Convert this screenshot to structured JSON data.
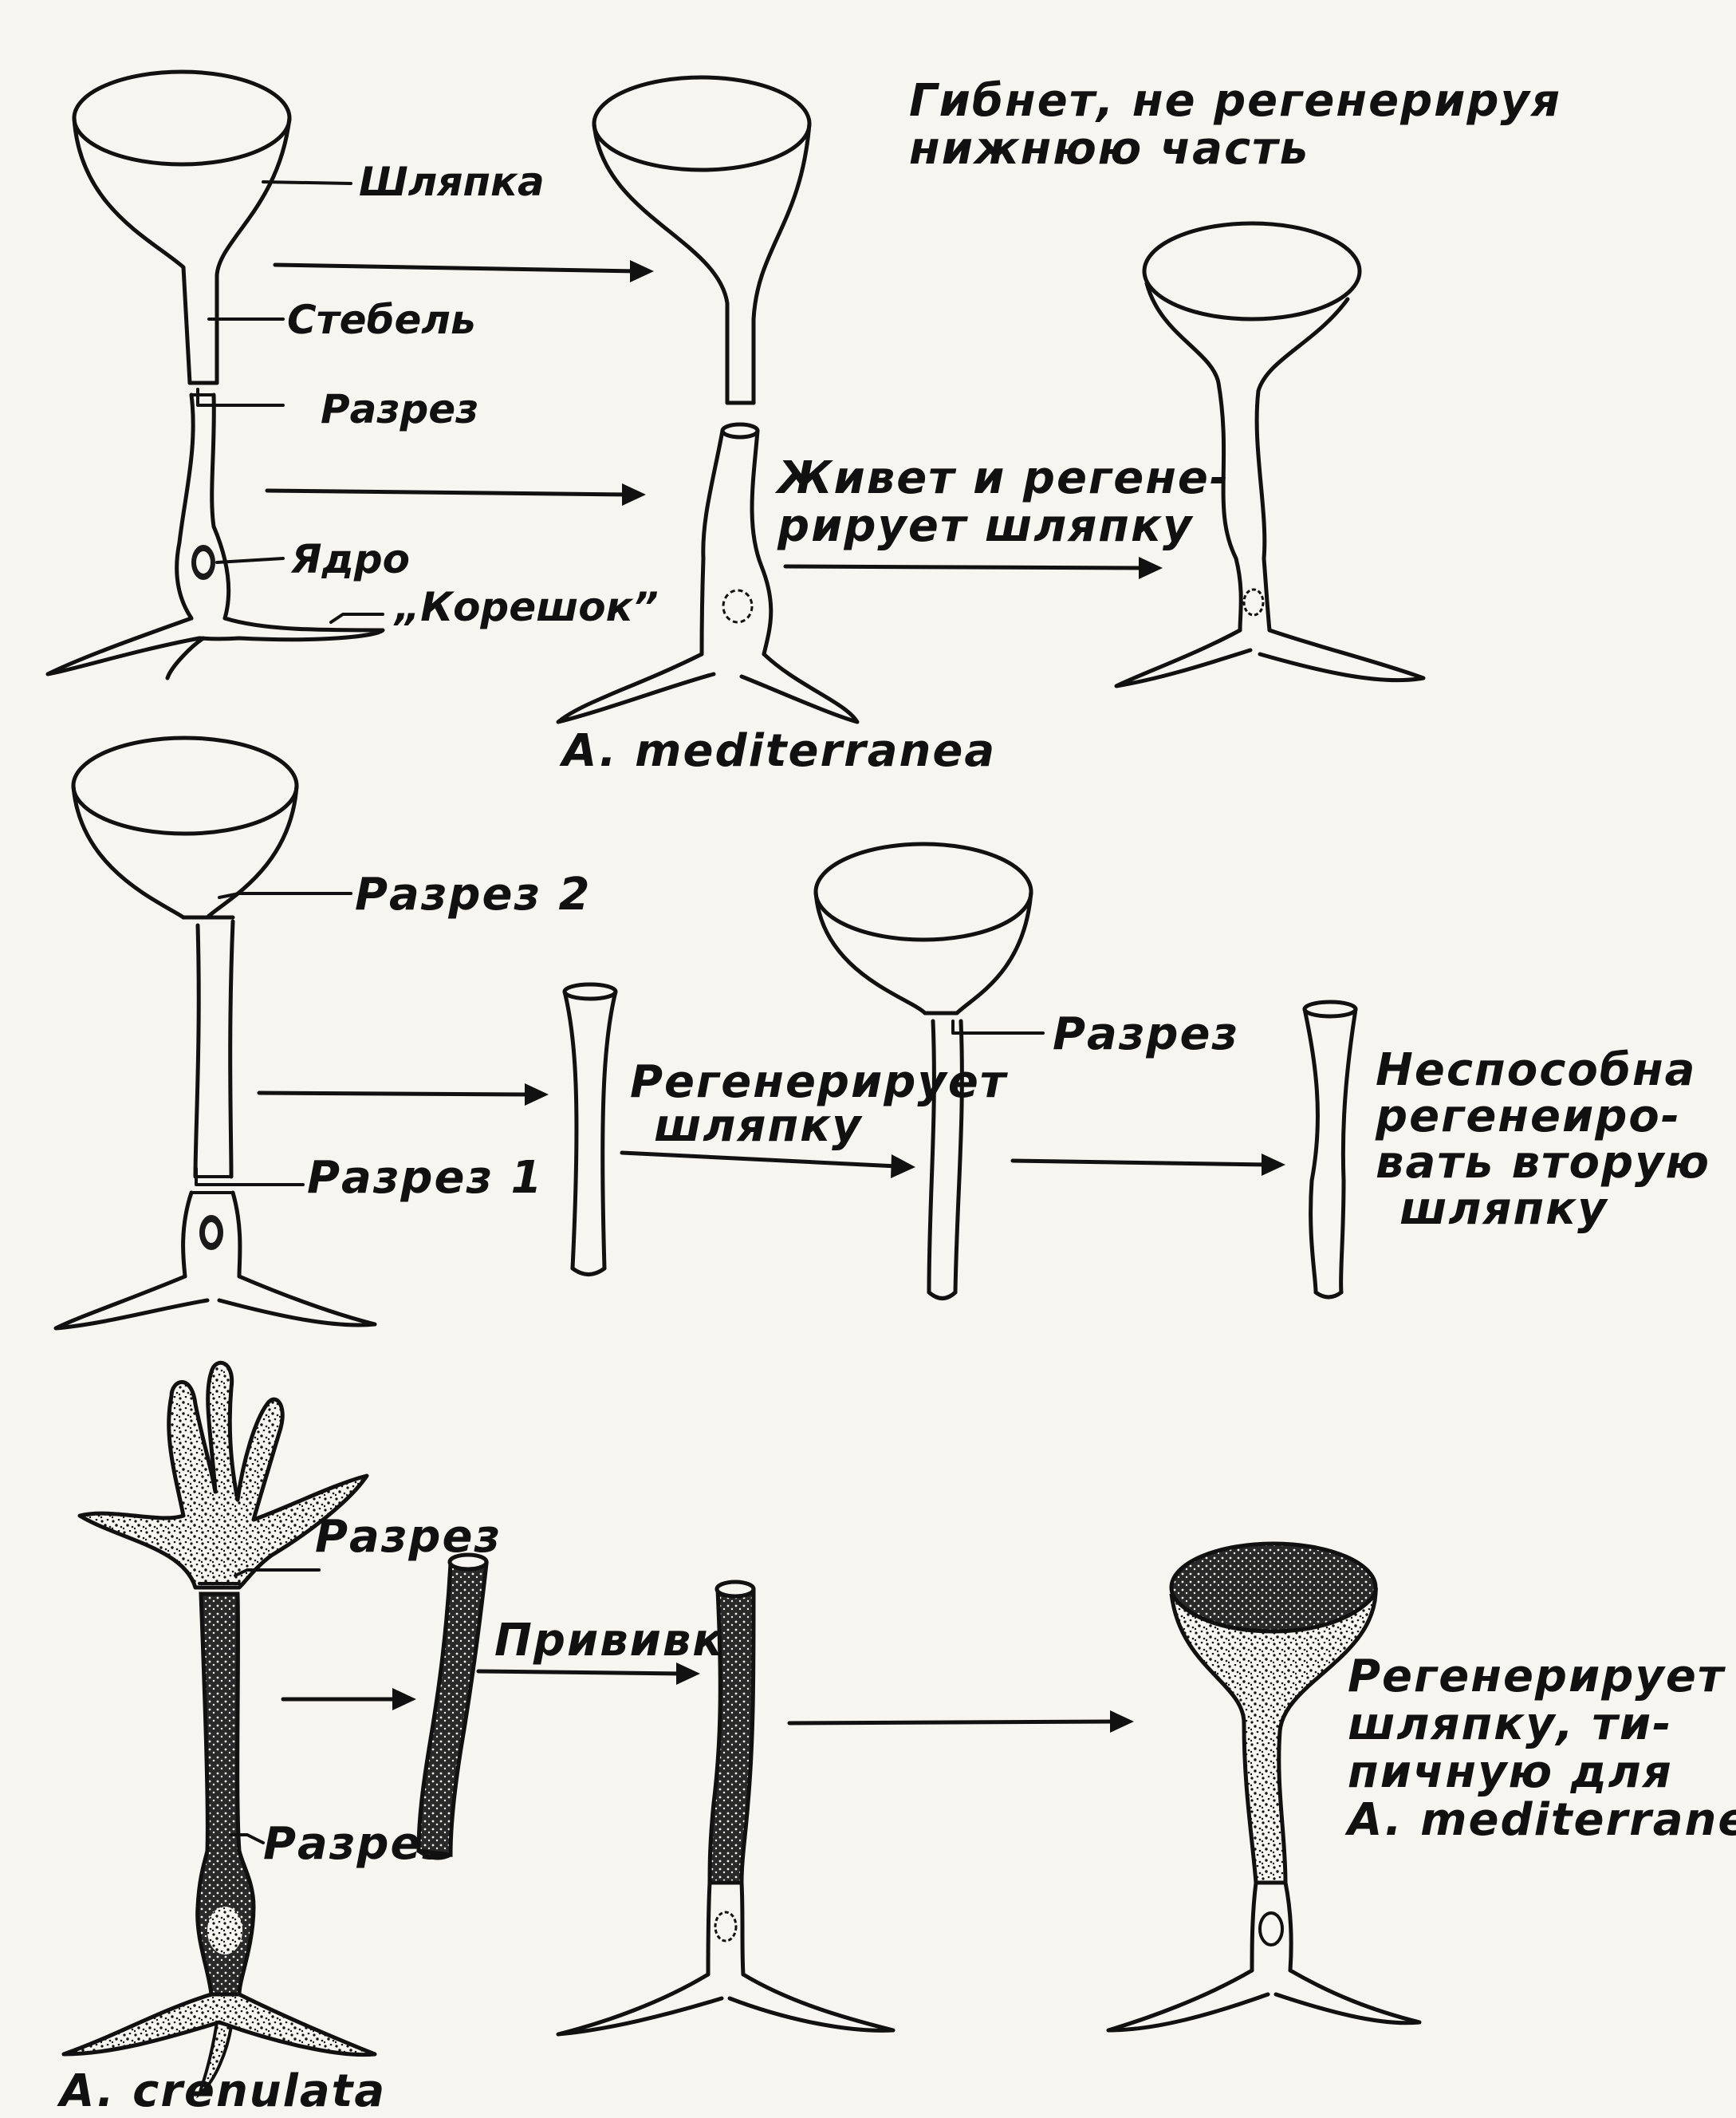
{
  "labels": {
    "cap": "Шляпка",
    "stem": "Стебель",
    "cut": "Разрез",
    "nucleus": "Ядро",
    "rootlet": "„Корешок”",
    "dies_line1": "Гибнет, не регенерируя",
    "dies_line2": "нижнюю часть",
    "lives_line1": "Живет и регене-",
    "lives_line2": "рирует шляпку",
    "species_med": "A. mediterranea",
    "cut2": "Разрез 2",
    "cut1": "Разрез 1",
    "regen_line1": "Регенерирует",
    "regen_line2": "шляпку",
    "cut_mid": "Разрез",
    "unable_line1": "Неспособна",
    "unable_line2": "регенеиро-",
    "unable_line3": "вать вторую",
    "unable_line4": "шляпку",
    "cut_top_cren": "Разрез",
    "cut_bottom_cren": "Разрез",
    "graft": "Прививка",
    "typical_line1": "Регенерирует",
    "typical_line2": "шляпку, ти-",
    "typical_line3": "пичную для",
    "typical_line4": "A. mediterranea",
    "species_cren": "A. crenulata"
  },
  "colors": {
    "ink": "#111111",
    "paper": "#f7f5ef"
  }
}
